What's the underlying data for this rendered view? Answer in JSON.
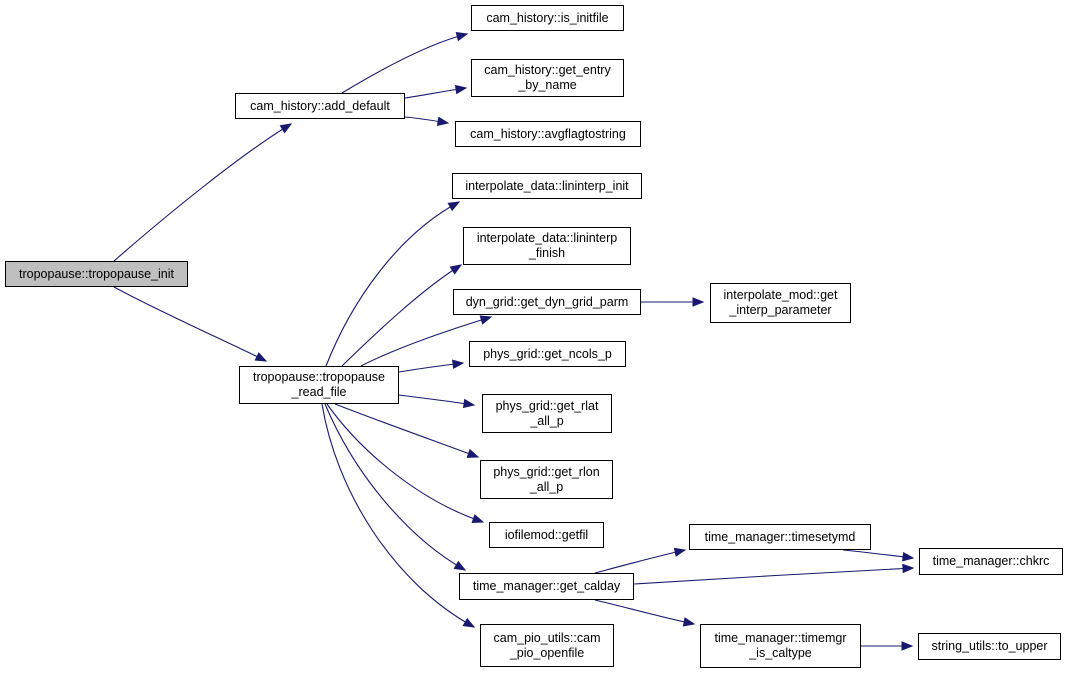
{
  "diagram": {
    "type": "call-graph",
    "colors": {
      "edge": "#191970",
      "node_border": "#000000",
      "root_fill": "#bfbfbf",
      "node_fill": "#ffffff"
    },
    "nodes": [
      {
        "id": "tropopause_init",
        "lines": [
          "tropopause::tropopause_init"
        ],
        "root": true
      },
      {
        "id": "add_default",
        "lines": [
          "cam_history::add_default"
        ]
      },
      {
        "id": "is_initfile",
        "lines": [
          "cam_history::is_initfile"
        ]
      },
      {
        "id": "get_entry_by_name",
        "lines": [
          "cam_history::get_entry",
          "_by_name"
        ]
      },
      {
        "id": "avgflagtostring",
        "lines": [
          "cam_history::avgflagtostring"
        ]
      },
      {
        "id": "tropopause_read_file",
        "lines": [
          "tropopause::tropopause",
          "_read_file"
        ]
      },
      {
        "id": "lininterp_init",
        "lines": [
          "interpolate_data::lininterp_init"
        ]
      },
      {
        "id": "lininterp_finish",
        "lines": [
          "interpolate_data::lininterp",
          "_finish"
        ]
      },
      {
        "id": "get_dyn_grid_parm",
        "lines": [
          "dyn_grid::get_dyn_grid_parm"
        ]
      },
      {
        "id": "get_interp_parameter",
        "lines": [
          "interpolate_mod::get",
          "_interp_parameter"
        ]
      },
      {
        "id": "get_ncols_p",
        "lines": [
          "phys_grid::get_ncols_p"
        ]
      },
      {
        "id": "get_rlat_all_p",
        "lines": [
          "phys_grid::get_rlat",
          "_all_p"
        ]
      },
      {
        "id": "get_rlon_all_p",
        "lines": [
          "phys_grid::get_rlon",
          "_all_p"
        ]
      },
      {
        "id": "getfil",
        "lines": [
          "iofilemod::getfil"
        ]
      },
      {
        "id": "get_calday",
        "lines": [
          "time_manager::get_calday"
        ]
      },
      {
        "id": "timesetymd",
        "lines": [
          "time_manager::timesetymd"
        ]
      },
      {
        "id": "chkrc",
        "lines": [
          "time_manager::chkrc"
        ]
      },
      {
        "id": "timemgr_is_caltype",
        "lines": [
          "time_manager::timemgr",
          "_is_caltype"
        ]
      },
      {
        "id": "to_upper",
        "lines": [
          "string_utils::to_upper"
        ]
      },
      {
        "id": "cam_pio_openfile",
        "lines": [
          "cam_pio_utils::cam",
          "_pio_openfile"
        ]
      }
    ],
    "edges": [
      {
        "from": "tropopause_init",
        "to": "add_default"
      },
      {
        "from": "tropopause_init",
        "to": "tropopause_read_file"
      },
      {
        "from": "add_default",
        "to": "is_initfile"
      },
      {
        "from": "add_default",
        "to": "get_entry_by_name"
      },
      {
        "from": "add_default",
        "to": "avgflagtostring"
      },
      {
        "from": "tropopause_read_file",
        "to": "lininterp_init"
      },
      {
        "from": "tropopause_read_file",
        "to": "lininterp_finish"
      },
      {
        "from": "tropopause_read_file",
        "to": "get_dyn_grid_parm"
      },
      {
        "from": "tropopause_read_file",
        "to": "get_ncols_p"
      },
      {
        "from": "tropopause_read_file",
        "to": "get_rlat_all_p"
      },
      {
        "from": "tropopause_read_file",
        "to": "get_rlon_all_p"
      },
      {
        "from": "tropopause_read_file",
        "to": "getfil"
      },
      {
        "from": "tropopause_read_file",
        "to": "get_calday"
      },
      {
        "from": "tropopause_read_file",
        "to": "cam_pio_openfile"
      },
      {
        "from": "get_dyn_grid_parm",
        "to": "get_interp_parameter"
      },
      {
        "from": "get_calday",
        "to": "timesetymd"
      },
      {
        "from": "get_calday",
        "to": "chkrc"
      },
      {
        "from": "get_calday",
        "to": "timemgr_is_caltype"
      },
      {
        "from": "timesetymd",
        "to": "chkrc"
      },
      {
        "from": "timemgr_is_caltype",
        "to": "to_upper"
      }
    ]
  }
}
